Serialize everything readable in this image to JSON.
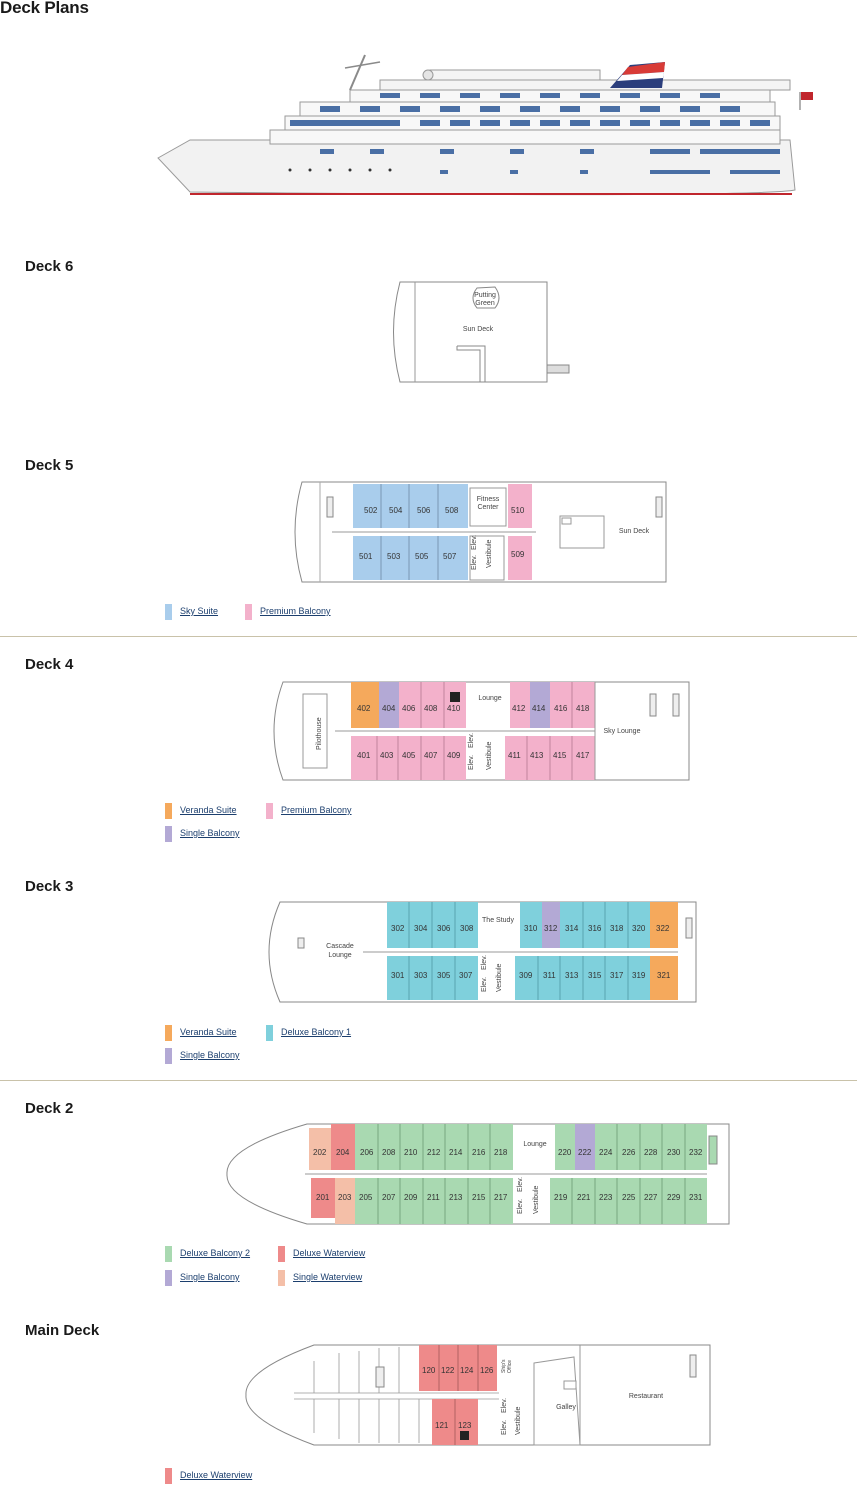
{
  "page": {
    "title": "Deck Plans"
  },
  "colors": {
    "sky_suite": "#a9cdec",
    "premium_balcony": "#f3b1cb",
    "veranda_suite": "#f5a95c",
    "single_balcony": "#b3a9d5",
    "deluxe_balcony_1": "#7fd0dc",
    "deluxe_balcony_2": "#a9d9b1",
    "deluxe_waterview": "#ee8a8a",
    "single_waterview": "#f4bfa8"
  },
  "decks": {
    "deck6": {
      "title": "Deck 6",
      "labels": {
        "putting_green_1": "Putting",
        "putting_green_2": "Green",
        "sun_deck": "Sun Deck"
      }
    },
    "deck5": {
      "title": "Deck 5",
      "cabins": [
        "502",
        "504",
        "506",
        "508",
        "510",
        "501",
        "503",
        "505",
        "507",
        "509"
      ],
      "labels": {
        "fitness_1": "Fitness",
        "fitness_2": "Center",
        "vestibule": "Vestibule",
        "elev1": "Elev.",
        "elev2": "Elev.",
        "sun_deck": "Sun Deck"
      },
      "legend": [
        {
          "label": "Sky Suite",
          "color_key": "sky_suite"
        },
        {
          "label": "Premium Balcony",
          "color_key": "premium_balcony"
        }
      ]
    },
    "deck4": {
      "title": "Deck 4",
      "cabins": [
        "402",
        "404",
        "406",
        "408",
        "410",
        "412",
        "414",
        "416",
        "418",
        "401",
        "403",
        "405",
        "407",
        "409",
        "411",
        "413",
        "415",
        "417"
      ],
      "labels": {
        "pilothouse": "Pilothouse",
        "lounge": "Lounge",
        "vestibule": "Vestibule",
        "elev1": "Elev.",
        "elev2": "Elev.",
        "sky_lounge": "Sky Lounge"
      },
      "legend": [
        {
          "label": "Veranda Suite",
          "color_key": "veranda_suite"
        },
        {
          "label": "Premium Balcony",
          "color_key": "premium_balcony"
        },
        {
          "label": "Single Balcony",
          "color_key": "single_balcony"
        }
      ]
    },
    "deck3": {
      "title": "Deck 3",
      "cabins": [
        "302",
        "304",
        "306",
        "308",
        "310",
        "312",
        "314",
        "316",
        "318",
        "320",
        "322",
        "301",
        "303",
        "305",
        "307",
        "309",
        "311",
        "313",
        "315",
        "317",
        "319",
        "321"
      ],
      "labels": {
        "the_study": "The Study",
        "cascade_1": "Cascade",
        "cascade_2": "Lounge",
        "vestibule": "Vestibule",
        "elev1": "Elev.",
        "elev2": "Elev."
      },
      "legend": [
        {
          "label": "Veranda Suite",
          "color_key": "veranda_suite"
        },
        {
          "label": "Deluxe Balcony 1",
          "color_key": "deluxe_balcony_1"
        },
        {
          "label": "Single Balcony",
          "color_key": "single_balcony"
        }
      ]
    },
    "deck2": {
      "title": "Deck 2",
      "cabins": [
        "202",
        "204",
        "206",
        "208",
        "210",
        "212",
        "214",
        "216",
        "218",
        "220",
        "222",
        "224",
        "226",
        "228",
        "230",
        "232",
        "201",
        "203",
        "205",
        "207",
        "209",
        "211",
        "213",
        "215",
        "217",
        "219",
        "221",
        "223",
        "225",
        "227",
        "229",
        "231"
      ],
      "labels": {
        "lounge": "Lounge",
        "vestibule": "Vestibule",
        "elev1": "Elev.",
        "elev2": "Elev."
      },
      "legend": [
        {
          "label": "Deluxe Balcony 2",
          "color_key": "deluxe_balcony_2"
        },
        {
          "label": "Deluxe Waterview",
          "color_key": "deluxe_waterview"
        },
        {
          "label": "Single Balcony",
          "color_key": "single_balcony"
        },
        {
          "label": "Single Waterview",
          "color_key": "single_waterview"
        }
      ]
    },
    "main": {
      "title": "Main Deck",
      "cabins": [
        "120",
        "122",
        "124",
        "126",
        "121",
        "123"
      ],
      "labels": {
        "ships_office_1": "Ship's",
        "ships_office_2": "Office",
        "galley": "Galley",
        "restaurant": "Restaurant",
        "vestibule": "Vestibule",
        "elev1": "Elev.",
        "elev2": "Elev."
      },
      "legend": [
        {
          "label": "Deluxe Waterview",
          "color_key": "deluxe_waterview"
        }
      ]
    }
  }
}
